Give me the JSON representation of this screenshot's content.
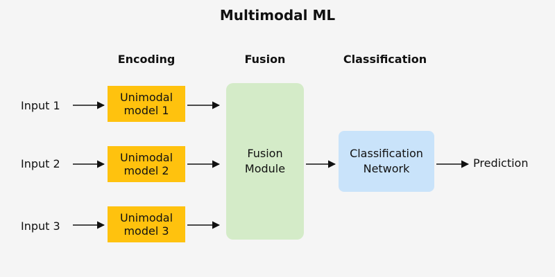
{
  "title": "Multimodal ML",
  "stages": {
    "encoding": "Encoding",
    "fusion": "Fusion",
    "classification": "Classification"
  },
  "inputs": [
    "Input 1",
    "Input 2",
    "Input 3"
  ],
  "unimodal_models": [
    {
      "line1": "Unimodal",
      "line2": "model 1"
    },
    {
      "line1": "Unimodal",
      "line2": "model 2"
    },
    {
      "line1": "Unimodal",
      "line2": "model 3"
    }
  ],
  "fusion_module": {
    "line1": "Fusion",
    "line2": "Module"
  },
  "classification_network": {
    "line1": "Classification",
    "line2": "Network"
  },
  "output": "Prediction",
  "colors": {
    "unimodal_box": "#ffc20e",
    "fusion_box": "#d4ebc8",
    "classification_box": "#c9e3fa",
    "background": "#f5f5f5"
  }
}
